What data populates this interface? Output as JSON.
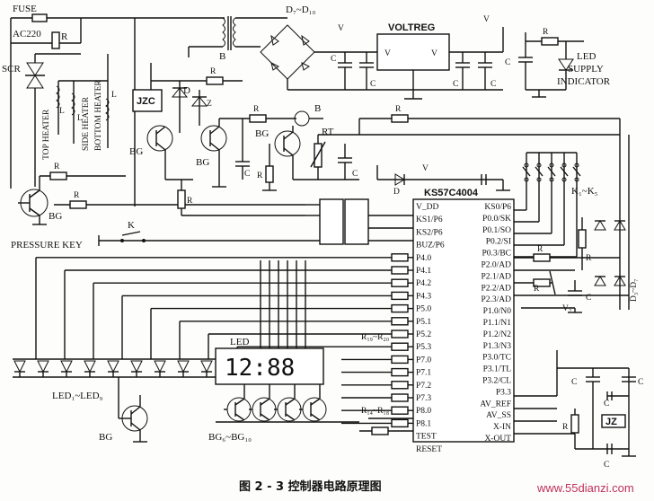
{
  "labels": {
    "fuse": "FUSE",
    "ac220": "AC220",
    "rz": "R",
    "scr": "SCR",
    "top_heater": "TOP HEATER",
    "side_heater": "SIDE HEATER",
    "bottom_heater": "BOTTOM HEATER",
    "l1": "L",
    "l2": "L",
    "l3": "L",
    "jzc": "JZC",
    "d1": "D",
    "bg1": "BG",
    "bg2": "BG",
    "bg3": "BG",
    "bg4": "BG",
    "b1": "B",
    "b2": "B",
    "bridge": "D₇~D₁₀",
    "voltreg": "VOLTREG",
    "vin": "V",
    "vout": "V",
    "vdd": "V",
    "vcc": "V",
    "c1": "C",
    "c2": "C",
    "c3": "C",
    "c4": "C",
    "c5": "C",
    "c6": "C",
    "c7": "C",
    "r1": "R",
    "r2": "R",
    "r3": "R",
    "r4": "R",
    "r5": "R",
    "r6": "R",
    "r7": "R",
    "r8": "R",
    "rt1": "RT",
    "z1": "Z",
    "k6": "K",
    "k1k5": "K₁~K₅",
    "pressure_key": "PRESSURE KEY",
    "led_supply_1": "LED",
    "led_supply_2": "SUPPLY",
    "led_supply_3": "INDICATOR",
    "chip": "KS57C4004",
    "led_group": "LED₁~LED₉",
    "led_display": "LED",
    "display_digits": "12:88",
    "bg6bg10": "BG₆~BG₁₀",
    "bg5": "BG",
    "r19r20": "R₁₉~R₂₀",
    "r14r18": "R₁₄~R₁₈",
    "r10": "R",
    "r11": "R",
    "r12": "R",
    "r13": "R",
    "c8": "C",
    "c9": "C",
    "c10": "C",
    "c11": "C",
    "c12": "C",
    "c13": "C",
    "jz": "JZ",
    "d3d7": "D₃~D₇",
    "d2": "D",
    "v2": "V₂",
    "vs": "V",
    "caption": "图 2 - 3    控制器电路原理图",
    "watermark": "www.55dianzi.com"
  },
  "pins_left": [
    "V_DD",
    "KS1/P6",
    "KS2/P6",
    "BUZ/P6",
    "P4.0",
    "P4.1",
    "P4.2",
    "P4.3",
    "P5.0",
    "P5.1",
    "P5.2",
    "P5.3",
    "P7.0",
    "P7.1",
    "P7.2",
    "P7.3",
    "P8.0",
    "P8.1",
    "TEST",
    "RESET"
  ],
  "pins_right": [
    "KS0/P6",
    "P0.0/SK",
    "P0.1/SO",
    "P0.2/SI",
    "P0.3/BC",
    "P2.0/AD",
    "P2.1/AD",
    "P2.2/AD",
    "P2.3/AD",
    "P1.0/N0",
    "P1.1/N1",
    "P1.2/N2",
    "P1.3/N3",
    "P3.0/TC",
    "P3.1/TL",
    "P3.2/CL",
    "P3.3",
    "AV_REF",
    "AV_SS",
    "X-IN",
    "X-OUT"
  ]
}
